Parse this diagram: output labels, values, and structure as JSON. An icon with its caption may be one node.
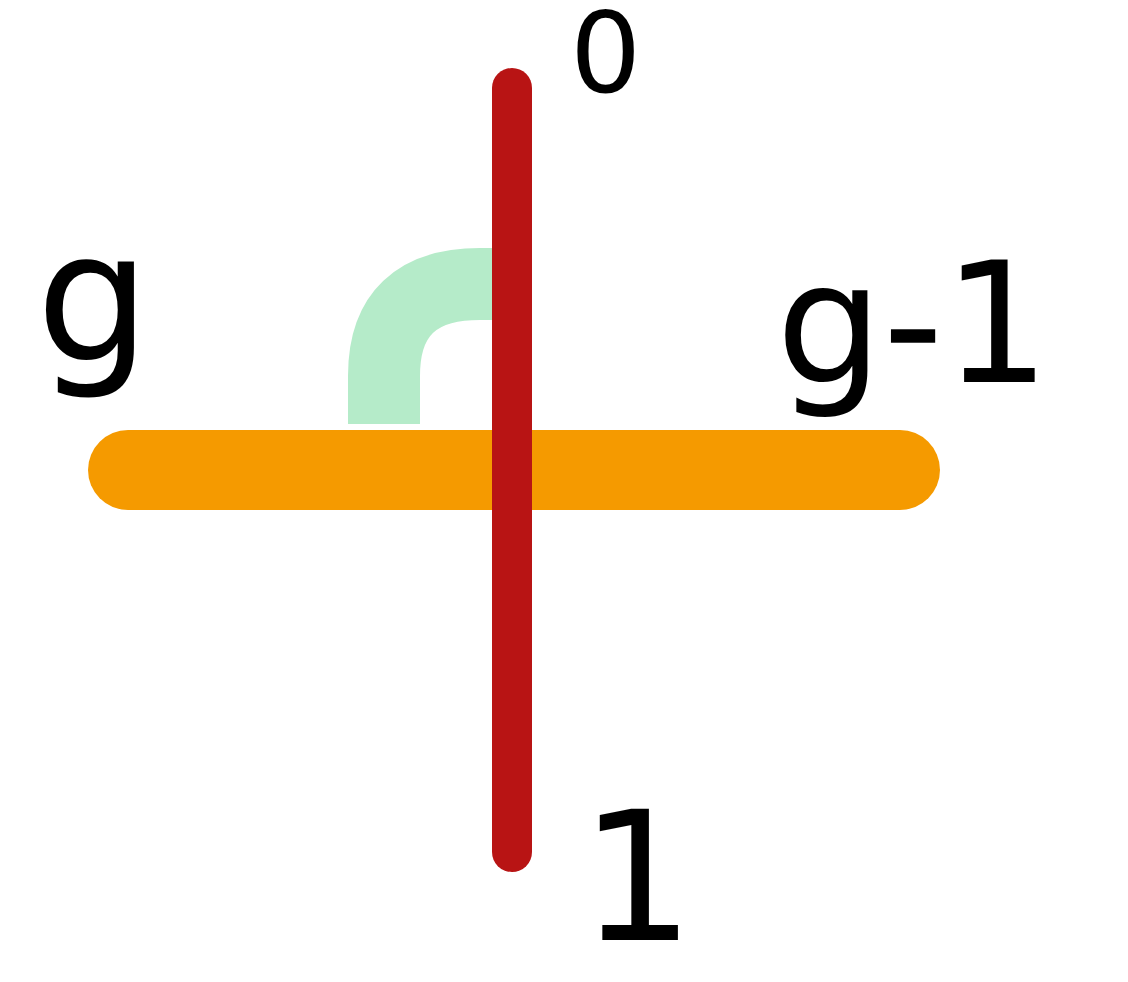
{
  "diagram": {
    "labels": [
      "0",
      "g",
      "g-1",
      "1"
    ]
  }
}
